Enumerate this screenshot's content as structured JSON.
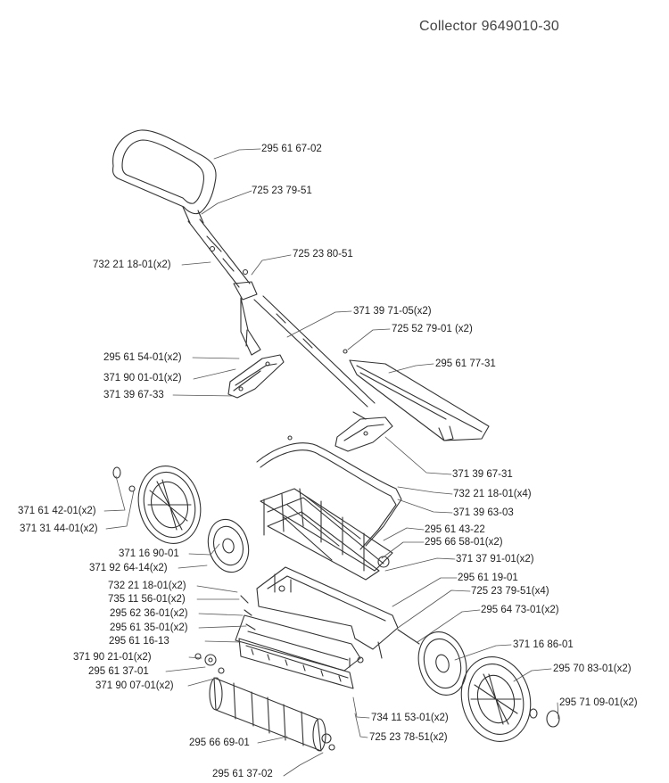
{
  "header": {
    "collector": "Collector 9649010-30"
  },
  "labels": {
    "l01": "295 61 67-02",
    "l02": "725 23 79-51",
    "l03": "732 21 18-01(x2)",
    "l04": "725 23 80-51",
    "l05": "371 39 71-05(x2)",
    "l06": "725 52 79-01 (x2)",
    "l07": "295 61 54-01(x2)",
    "l08": "295 61 77-31",
    "l09": "371 90 01-01(x2)",
    "l10": "371 39 67-33",
    "l11": "371 39 67-31",
    "l12": "732 21 18-01(x4)",
    "l13": "371 61 42-01(x2)",
    "l14": "371 39 63-03",
    "l15": "371 31 44-01(x2)",
    "l16": "295 61 43-22",
    "l17": "371 16 90-01",
    "l18": "295 66 58-01(x2)",
    "l19": "371 92 64-14(x2)",
    "l20": "371 37 91-01(x2)",
    "l21": "732 21 18-01(x2)",
    "l22": "295 61 19-01",
    "l23": "735 11 56-01(x2)",
    "l24": "725 23 79-51(x4)",
    "l25": "295 62 36-01(x2)",
    "l26": "295 64 73-01(x2)",
    "l27": "295 61 35-01(x2)",
    "l28": "295 61 16-13",
    "l29": "371 16 86-01",
    "l30": "371 90 21-01(x2)",
    "l31": "295 70 83-01(x2)",
    "l32": "295 61 37-01",
    "l33": "295 71 09-01(x2)",
    "l34": "371 90 07-01(x2)",
    "l35": "734 11 53-01(x2)",
    "l36": "725 23 78-51(x2)",
    "l37": "295 66 69-01",
    "l38": "295 61 37-02"
  }
}
